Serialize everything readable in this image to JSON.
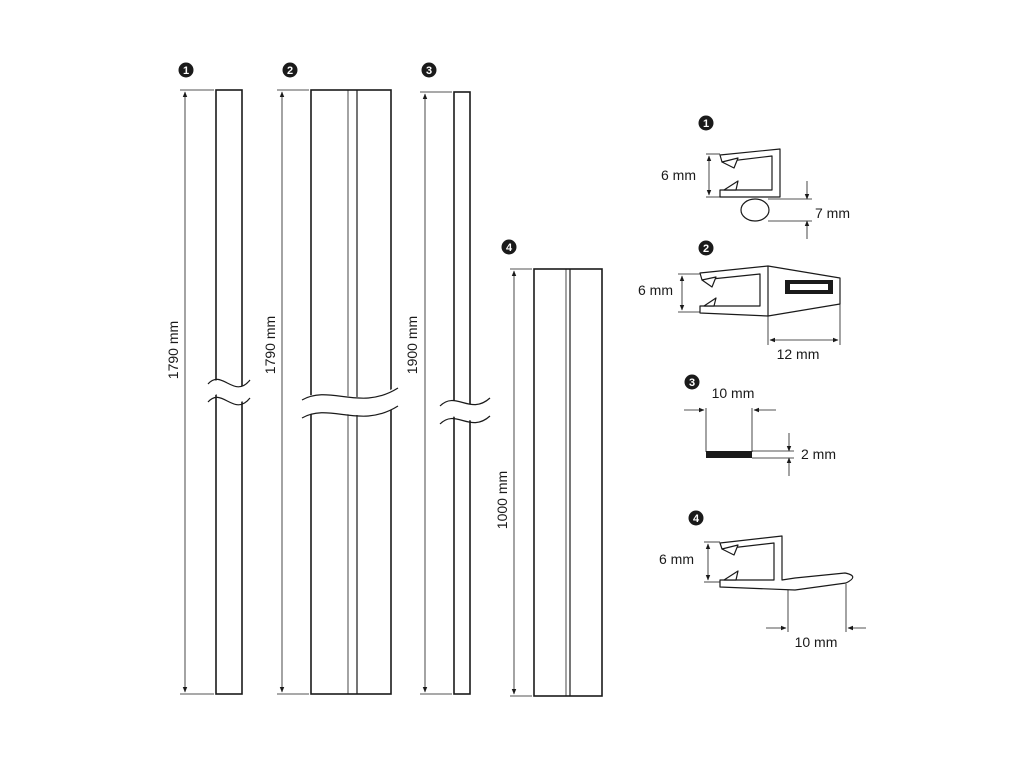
{
  "labels": {
    "num1": "1",
    "num2": "2",
    "num3": "3",
    "num4": "4"
  },
  "strips": {
    "s1_length": "1790 mm",
    "s2_length": "1790 mm",
    "s3_length": "1900 mm",
    "s4_length": "1000 mm"
  },
  "profiles": {
    "p1_height": "6 mm",
    "p1_bulb": "7 mm",
    "p2_height": "6 mm",
    "p2_width": "12 mm",
    "p3_width": "10 mm",
    "p3_thickness": "2 mm",
    "p4_height": "6 mm",
    "p4_fin": "10 mm"
  },
  "colors": {
    "line": "#1a1a1a",
    "background": "#ffffff"
  }
}
